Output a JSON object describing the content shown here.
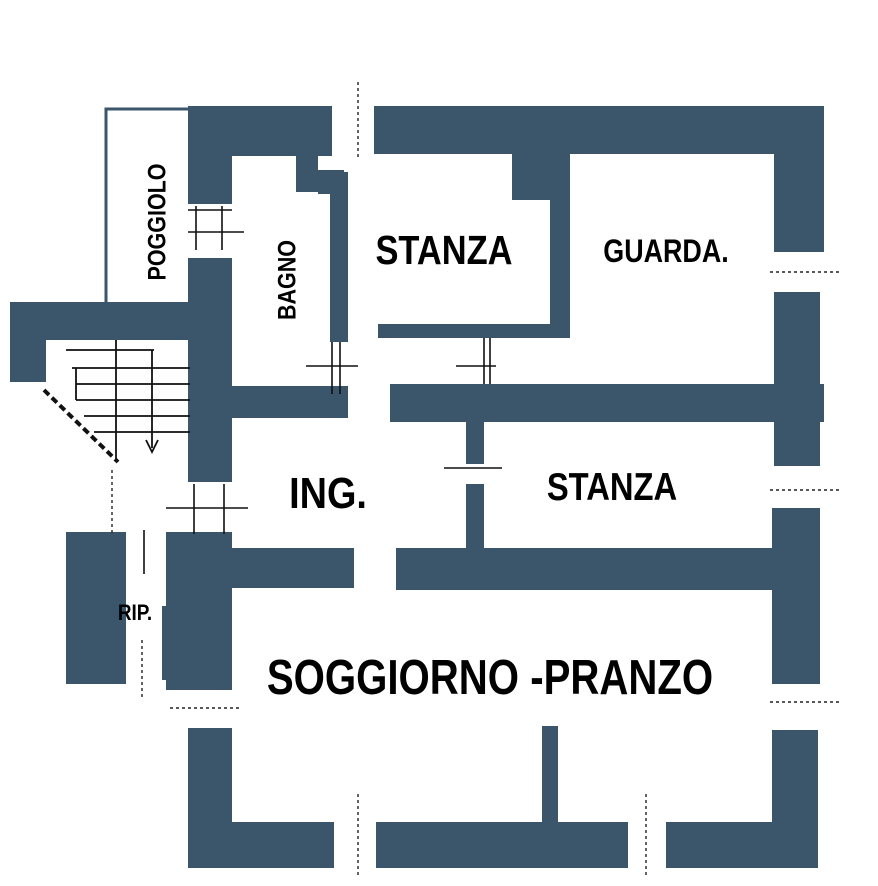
{
  "rooms": {
    "poggiolo": "POGGIOLO",
    "bagno": "BAGNO",
    "stanza_top": "STANZA",
    "guardaroba": "GUARDA.",
    "ingresso": "ING.",
    "stanza_mid": "STANZA",
    "ripostiglio": "RIP.",
    "soggiorno": "SOGGIORNO -PRANZO"
  },
  "colors": {
    "wall": "#3b566b",
    "background": "#ffffff"
  }
}
